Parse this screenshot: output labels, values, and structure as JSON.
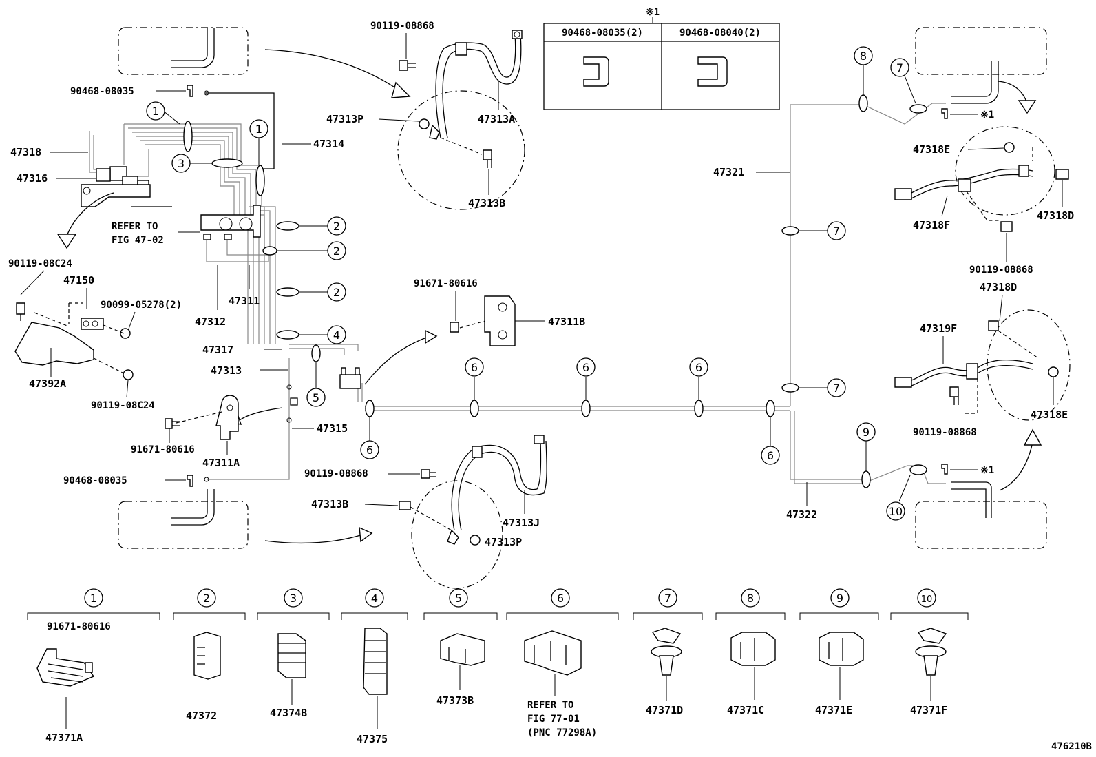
{
  "diagram": {
    "note_mark": "※1",
    "table_headers": [
      "90468-08035(2)",
      "90468-08040(2)"
    ],
    "figure_id": "476210B"
  },
  "labels": {
    "p90119_08868_top": "90119-08868",
    "p90468_08035_top": "90468-08035",
    "p47318": "47318",
    "p47316": "47316",
    "p47314": "47314",
    "p47313P_top": "47313P",
    "p47313A": "47313A",
    "p47313B_top": "47313B",
    "refer_fig_1": "REFER TO",
    "refer_fig_2": "FIG 47-02",
    "p90119_08C24_top": "90119-08C24",
    "p47150": "47150",
    "p90099_05278": "90099-05278(2)",
    "p47311": "47311",
    "p47312": "47312",
    "p47317": "47317",
    "p47313": "47313",
    "p47392A": "47392A",
    "p90119_08C24_bot": "90119-08C24",
    "p91671_80616_mid": "91671-80616",
    "p47311B": "47311B",
    "p47315": "47315",
    "p91671_80616_left": "91671-80616",
    "p47311A": "47311A",
    "p90468_08035_bot": "90468-08035",
    "p90119_08868_mid": "90119-08868",
    "p47313B_bot": "47313B",
    "p47313J": "47313J",
    "p47313P_bot": "47313P",
    "p47321": "47321",
    "p47322": "47322",
    "p47318E_top": "47318E",
    "p47318F": "47318F",
    "p47318D_top": "47318D",
    "p90119_08868_r1": "90119-08868",
    "p47318D_mid": "47318D",
    "p47319F": "47319F",
    "p90119_08868_r2": "90119-08868",
    "p47318E_bot": "47318E",
    "note_ref_1": "※1",
    "note_ref_2": "※1"
  },
  "legend": [
    {
      "num": "1",
      "sub": "91671-80616",
      "part": "47371A"
    },
    {
      "num": "2",
      "part": "47372"
    },
    {
      "num": "3",
      "part": "47374B"
    },
    {
      "num": "4",
      "part": "47375"
    },
    {
      "num": "5",
      "part": "47373B"
    },
    {
      "num": "6",
      "part_lines": [
        "REFER TO",
        "FIG 77-01",
        "(PNC 77298A)"
      ]
    },
    {
      "num": "7",
      "part": "47371D"
    },
    {
      "num": "8",
      "part": "47371C"
    },
    {
      "num": "9",
      "part": "47371E"
    },
    {
      "num": "10",
      "part": "47371F"
    }
  ],
  "callouts": {
    "c1a": "1",
    "c1b": "1",
    "c3": "3",
    "c2a": "2",
    "c2b": "2",
    "c2c": "2",
    "c4": "4",
    "c5": "5",
    "c6a": "6",
    "c6b": "6",
    "c6c": "6",
    "c6d": "6",
    "c6e": "6",
    "c7a": "7",
    "c7b": "7",
    "c7c": "7",
    "c8": "8",
    "c9": "9",
    "c10": "10"
  }
}
